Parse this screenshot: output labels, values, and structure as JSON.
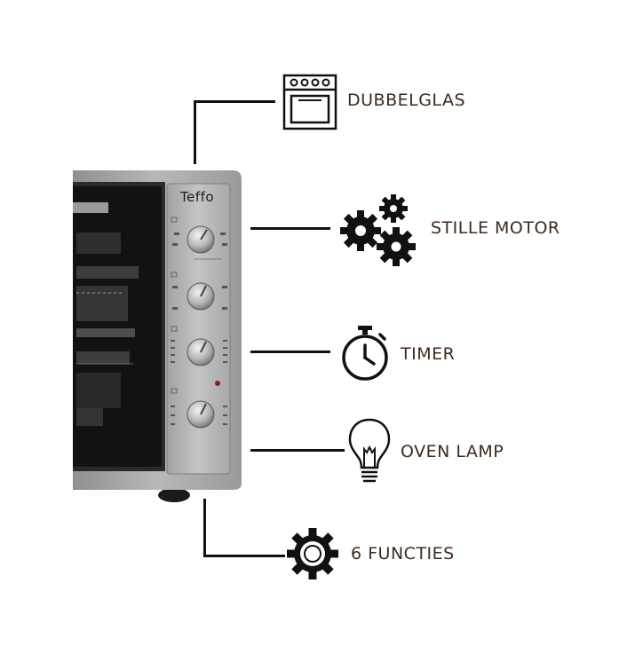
{
  "brand": "Teffo",
  "features": [
    {
      "label": "DUBBELGLAS",
      "icon": "oven-icon"
    },
    {
      "label": "STILLE MOTOR",
      "icon": "gears-icon"
    },
    {
      "label": "TIMER",
      "icon": "stopwatch-icon"
    },
    {
      "label": "OVEN LAMP",
      "icon": "light-bulb-icon"
    },
    {
      "label": "6 FUNCTIES",
      "icon": "gear-icon"
    }
  ],
  "colors": {
    "label_text": "#3e2a1e",
    "oven_body": "#a9a9a9",
    "door_glass": "#151515"
  }
}
